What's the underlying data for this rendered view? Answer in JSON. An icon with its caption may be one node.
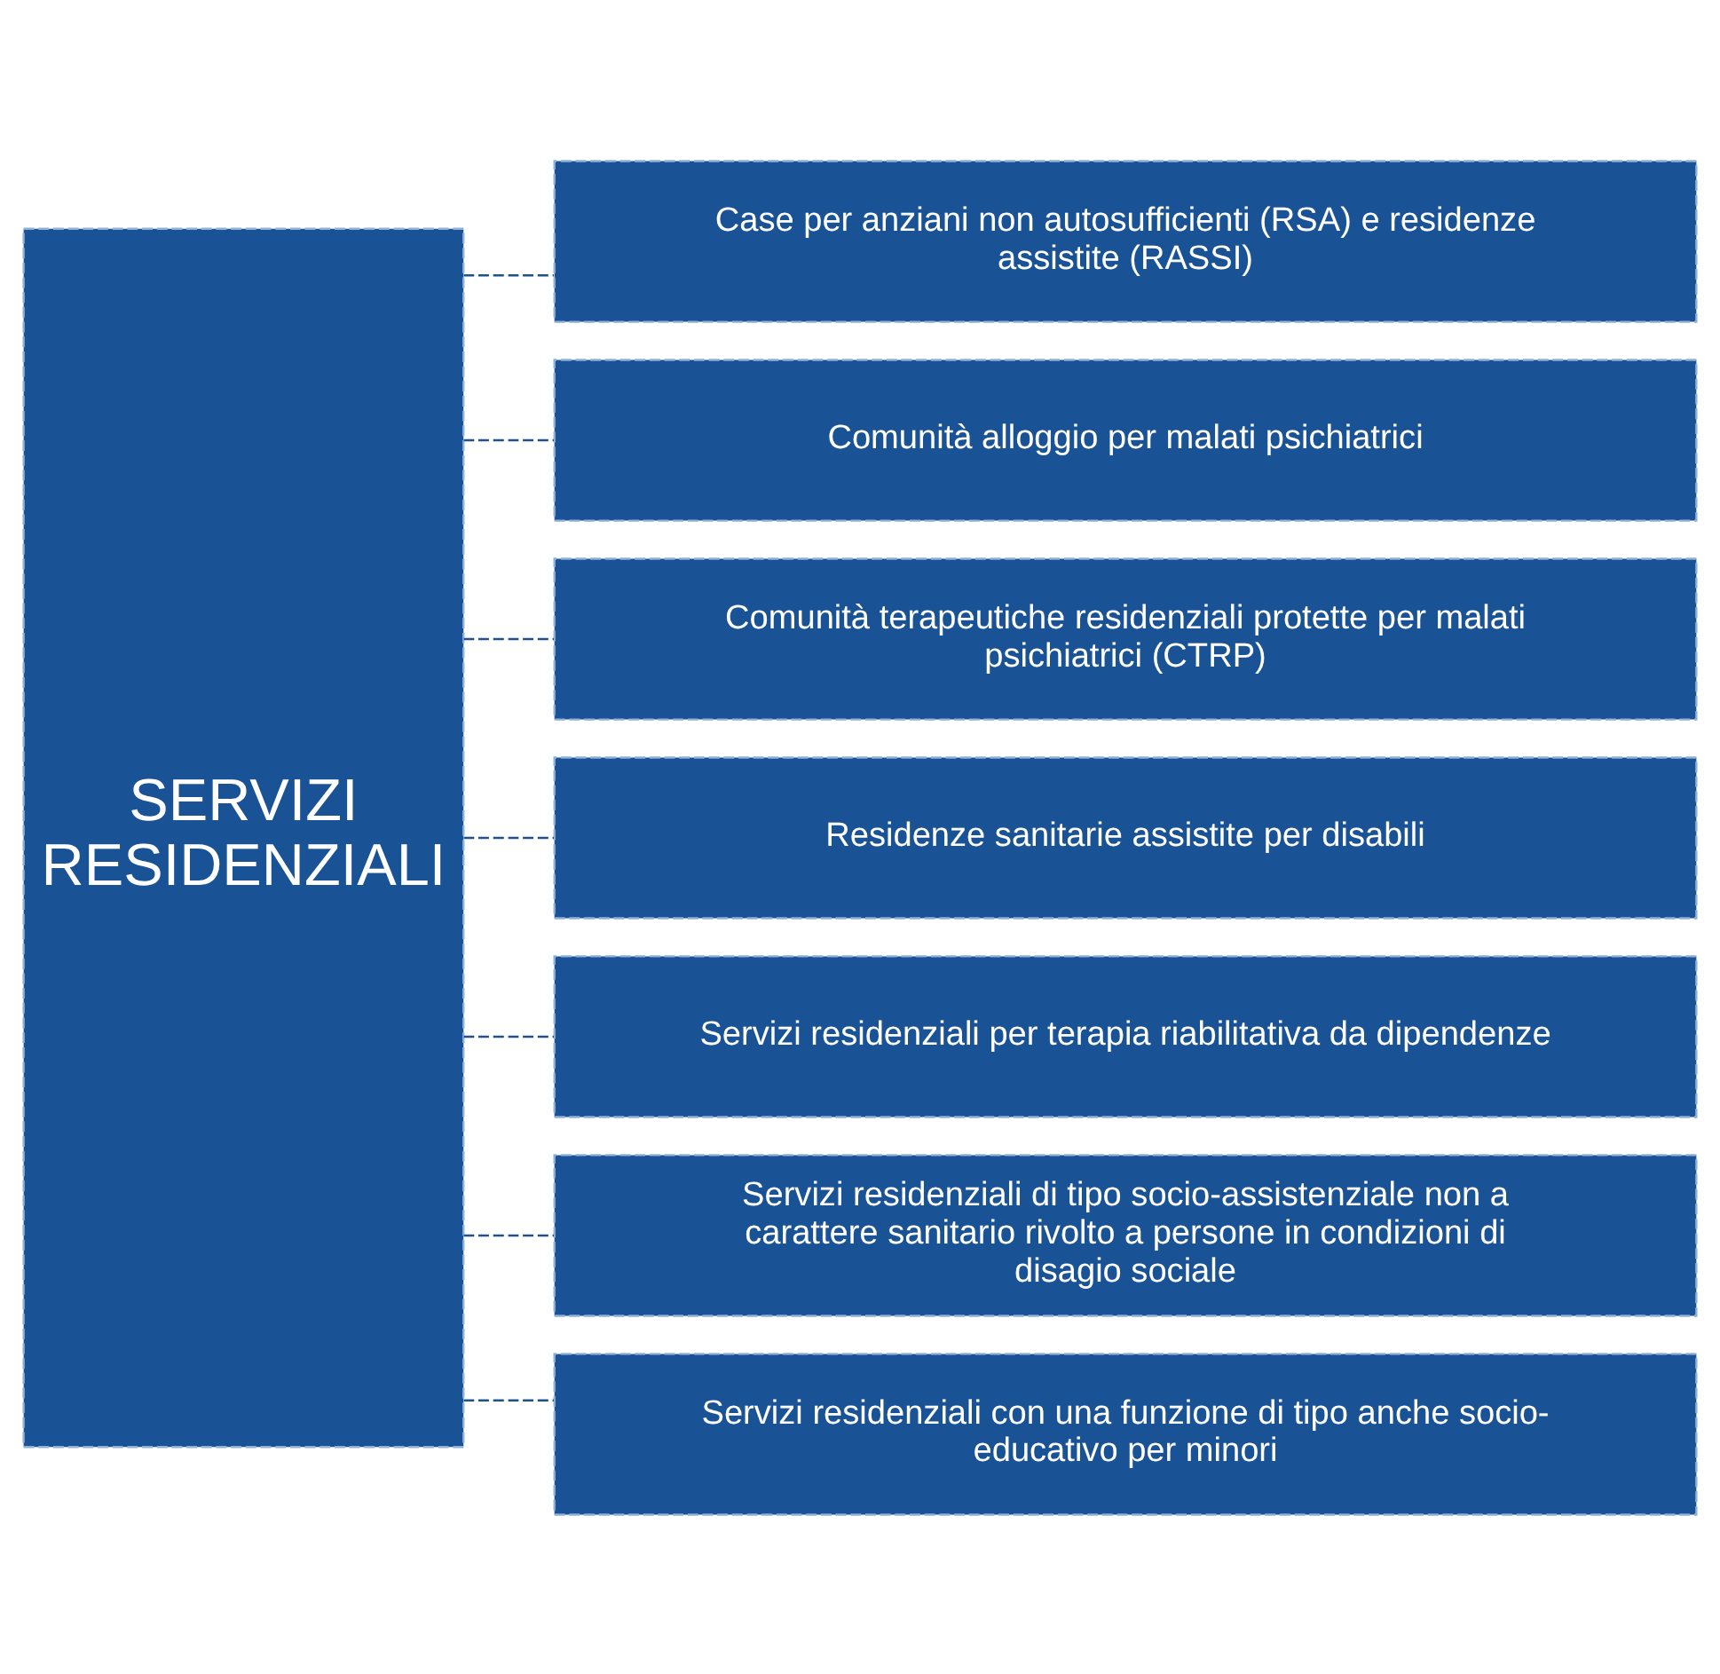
{
  "diagram": {
    "nodes": [
      {
        "text": [
          "SERVIZI RESIDENZIALI"
        ]
      },
      {
        "text": [
          "Case per anziani non autosufficienti (RSA) e residenze assistite (RASSI)"
        ]
      },
      {
        "text": [
          "Comunità alloggio per malati psichiatrici"
        ]
      },
      {
        "text": [
          "Comunità terapeutiche residenziali protette per malati psichiatrici (CTRP)"
        ]
      },
      {
        "text": [
          "Residenze sanitarie assistite per disabili"
        ]
      },
      {
        "text": [
          "Servizi residenziali per terapia riabilitativa da dipendenze"
        ]
      },
      {
        "text": [
          "Servizi residenziali di tipo socio-assistenziale non a carattere sanitario rivolto a persone in condizioni di disagio sociale"
        ]
      },
      {
        "text": [
          "Servizi residenziali con una funzione di tipo anche socio-educativo per minori"
        ]
      }
    ],
    "edges": [
      {
        "from": 0,
        "to": 1,
        "arrow": "none",
        "style": "dashed"
      },
      {
        "from": 0,
        "to": 2,
        "arrow": "none",
        "style": "dashed"
      },
      {
        "from": 0,
        "to": 3,
        "arrow": "none",
        "style": "dashed"
      },
      {
        "from": 0,
        "to": 4,
        "arrow": "none",
        "style": "dashed"
      },
      {
        "from": 0,
        "to": 5,
        "arrow": "none",
        "style": "dashed"
      },
      {
        "from": 0,
        "to": 6,
        "arrow": "none",
        "style": "dashed"
      },
      {
        "from": 0,
        "to": 7,
        "arrow": "none",
        "style": "dashed"
      }
    ]
  }
}
